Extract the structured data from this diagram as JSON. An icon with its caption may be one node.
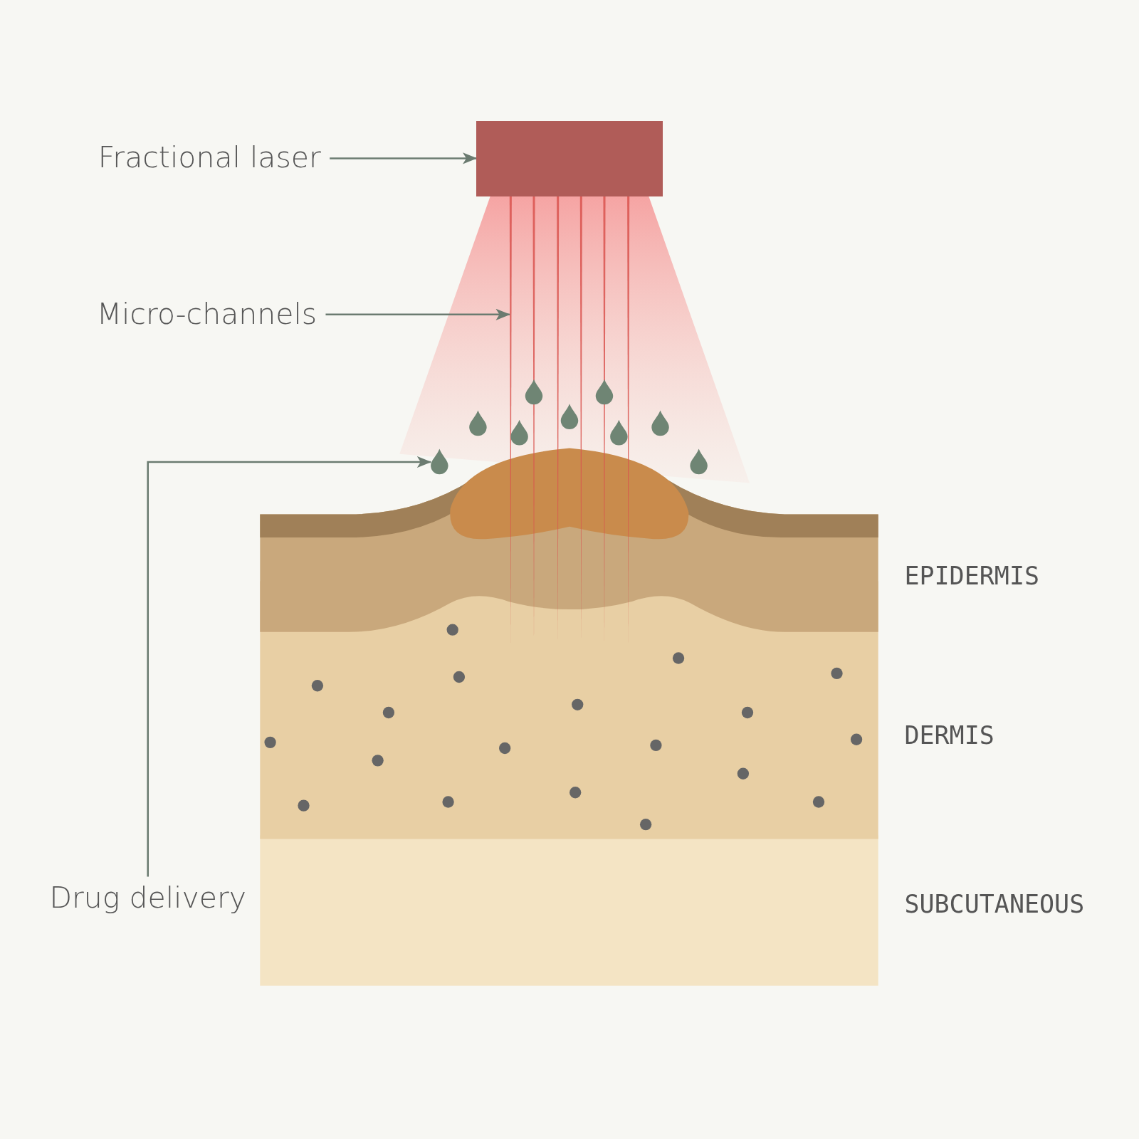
{
  "diagram": {
    "nodes": [
      {
        "text": [
          "Fractional laser"
        ]
      },
      {
        "text": [],
        "shape": "box"
      },
      {
        "text": [
          "Micro-channels"
        ]
      },
      {
        "text": [
          "Drug delivery"
        ]
      },
      {
        "text": [],
        "shape": "picture"
      },
      {
        "text": [],
        "shape": "picture"
      }
    ],
    "edges": [
      {
        "from": 0,
        "to": 1,
        "arrow": "to"
      },
      {
        "from": 2,
        "to": 4,
        "arrow": "to"
      },
      {
        "from": 3,
        "to": 5,
        "arrow": "to"
      }
    ],
    "labels": [
      "EPIDERMIS",
      "DERMIS",
      "SUBCUTANEOUS"
    ]
  }
}
